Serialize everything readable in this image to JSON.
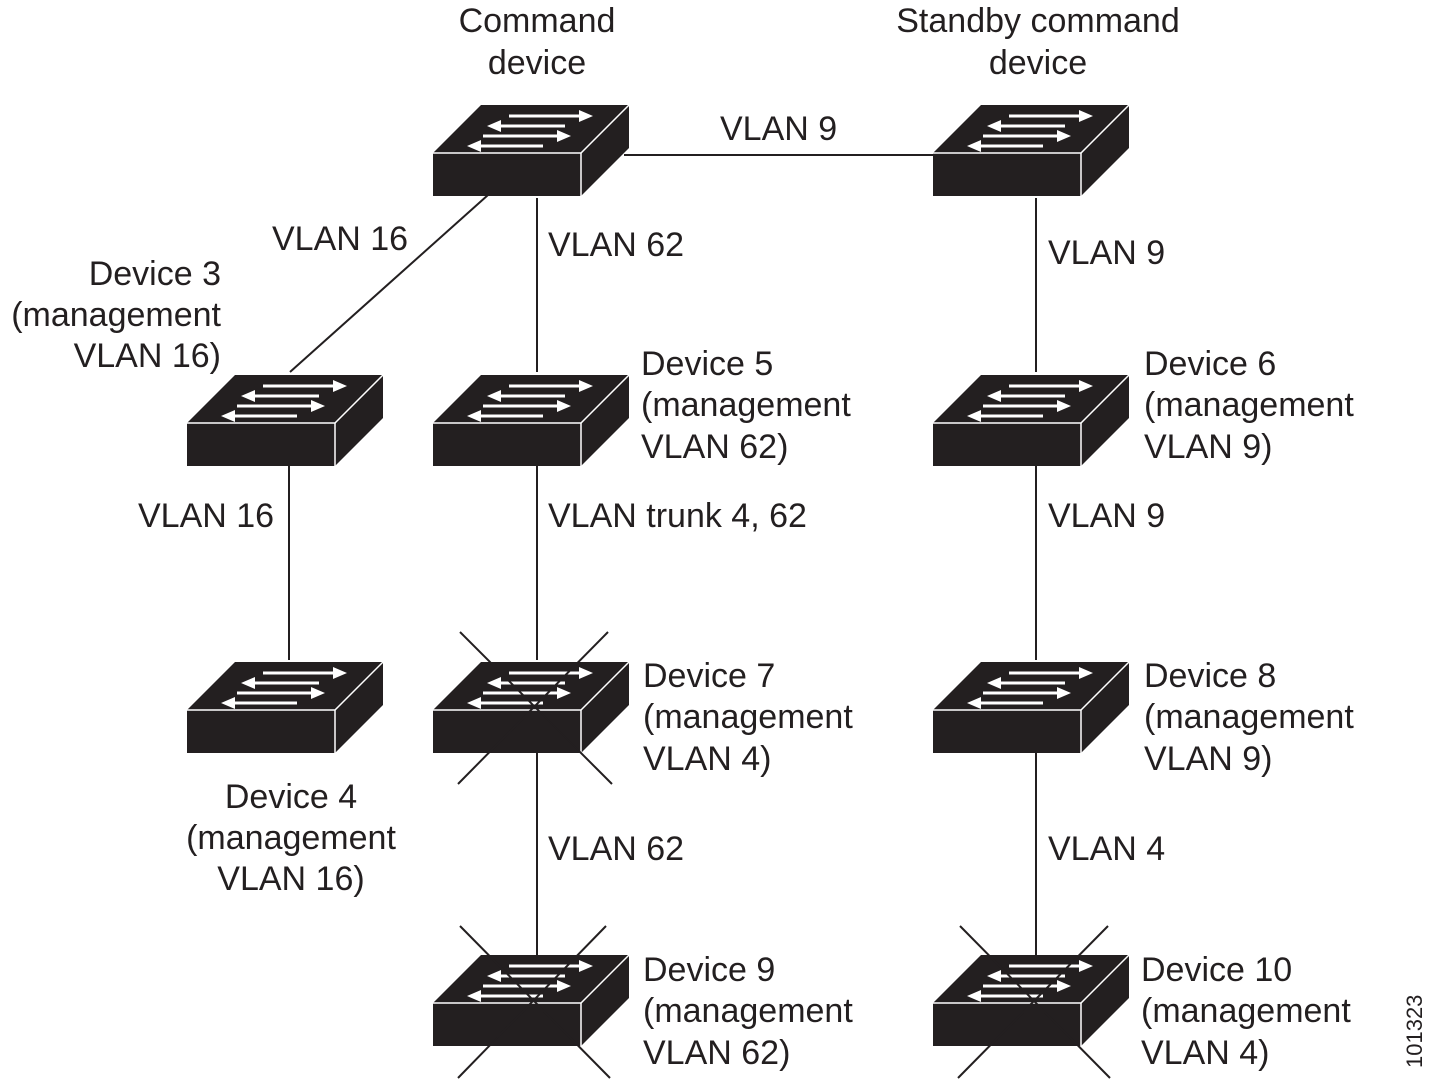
{
  "header": {
    "command_device": [
      "Command",
      "device"
    ],
    "standby_command_device": [
      "Standby command",
      "device"
    ]
  },
  "devices": [
    {
      "id": "command",
      "lines": []
    },
    {
      "id": "standby",
      "lines": []
    },
    {
      "id": "device3",
      "lines": [
        "Device 3",
        "(management",
        "VLAN 16)"
      ]
    },
    {
      "id": "device5",
      "lines": [
        "Device 5",
        "(management",
        "VLAN 62)"
      ]
    },
    {
      "id": "device6",
      "lines": [
        "Device 6",
        "(management",
        "VLAN 9)"
      ]
    },
    {
      "id": "device4",
      "lines": [
        "Device 4",
        "(management",
        "VLAN 16)"
      ]
    },
    {
      "id": "device7",
      "lines": [
        "Device 7",
        "(management",
        "VLAN 4)"
      ],
      "crossed_out": true
    },
    {
      "id": "device8",
      "lines": [
        "Device 8",
        "(management",
        "VLAN 9)"
      ]
    },
    {
      "id": "device9",
      "lines": [
        "Device 9",
        "(management",
        "VLAN 62)"
      ],
      "crossed_out": true
    },
    {
      "id": "device10",
      "lines": [
        "Device 10",
        "(management",
        "VLAN 4)"
      ],
      "crossed_out": true
    }
  ],
  "links": [
    {
      "from": "command",
      "to": "standby",
      "label": "VLAN 9"
    },
    {
      "from": "command",
      "to": "device3",
      "label": "VLAN 16"
    },
    {
      "from": "command",
      "to": "device5",
      "label": "VLAN 62"
    },
    {
      "from": "standby",
      "to": "device6",
      "label": "VLAN 9"
    },
    {
      "from": "device3",
      "to": "device4",
      "label": "VLAN 16"
    },
    {
      "from": "device5",
      "to": "device7",
      "label": "VLAN trunk 4, 62"
    },
    {
      "from": "device6",
      "to": "device8",
      "label": "VLAN 9"
    },
    {
      "from": "device7",
      "to": "device9",
      "label": "VLAN 62"
    },
    {
      "from": "device8",
      "to": "device10",
      "label": "VLAN 4"
    }
  ],
  "figure_id": "101323",
  "colors": {
    "ink": "#231f20",
    "switch_body": "#231f20",
    "arrow": "#ffffff",
    "background": "#ffffff"
  },
  "icons": {
    "switch": "network-switch-icon",
    "failed": "x-mark-icon"
  }
}
